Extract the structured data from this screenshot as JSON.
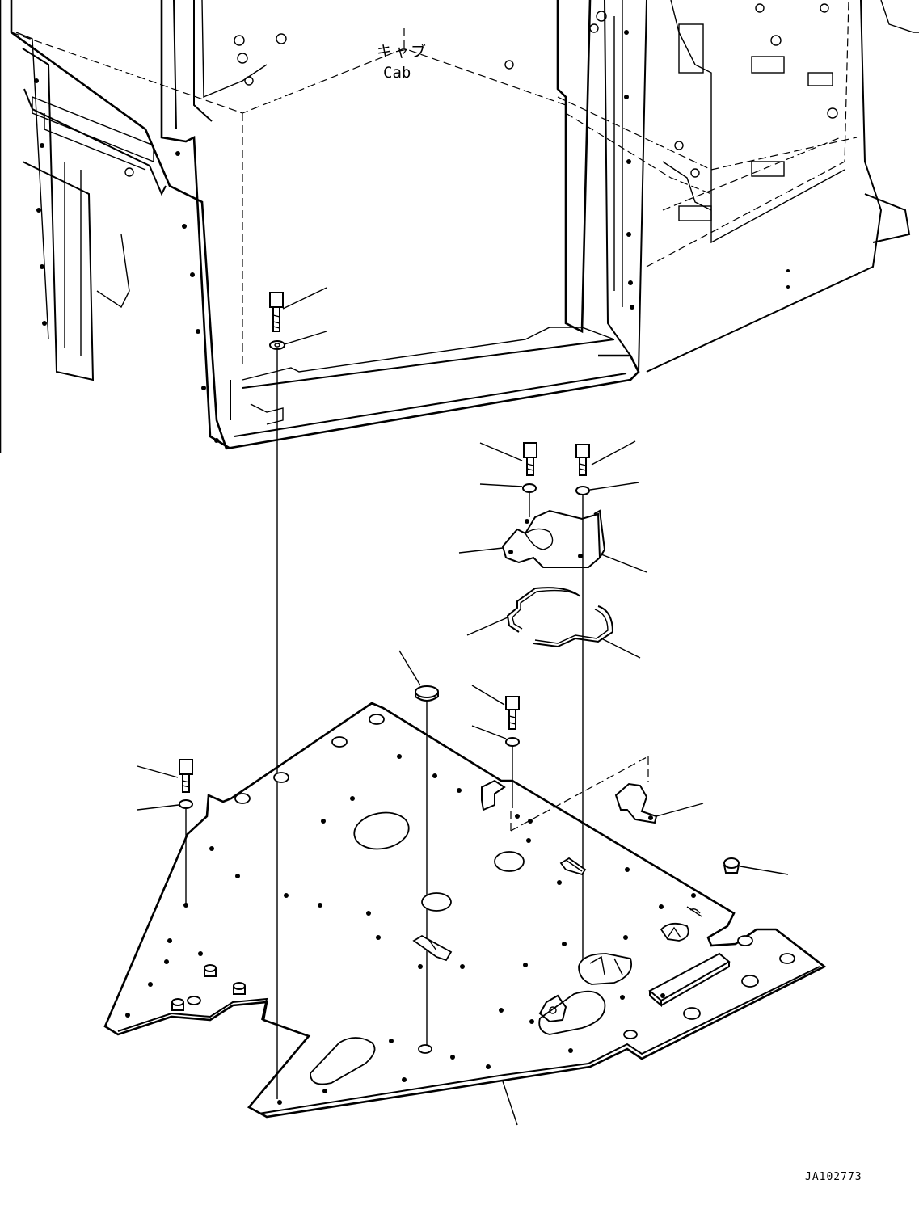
{
  "diagram": {
    "cab_label_jp": "キャブ",
    "cab_label_en": "Cab",
    "figure_id": "JA102773"
  }
}
